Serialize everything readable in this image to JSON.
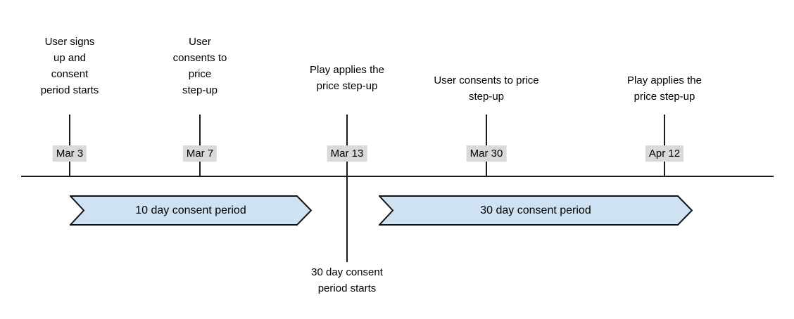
{
  "diagram": {
    "description": "Price step-up consent period timeline",
    "colors": {
      "background": "#ffffff",
      "banner_fill": "#cfe2f3",
      "banner_border": "#111111",
      "date_highlight": "#d9d9d9",
      "line": "#1a1a1a",
      "text": "#000000"
    },
    "timeline": {
      "events": [
        {
          "date": "Mar 3",
          "caption": "User signs\nup and\nconsent\nperiod starts"
        },
        {
          "date": "Mar 7",
          "caption": "User\nconsents to\nprice\nstep-up"
        },
        {
          "date": "Mar 13",
          "caption": "Play applies the\nprice step-up",
          "bottom_caption": "30 day consent\nperiod starts"
        },
        {
          "date": "Mar 30",
          "caption": "User consents to price\nstep-up"
        },
        {
          "date": "Apr 12",
          "caption": "Play applies the\nprice step-up"
        }
      ],
      "periods": [
        {
          "label": "10 day consent period"
        },
        {
          "label": "30 day consent period"
        }
      ]
    }
  }
}
